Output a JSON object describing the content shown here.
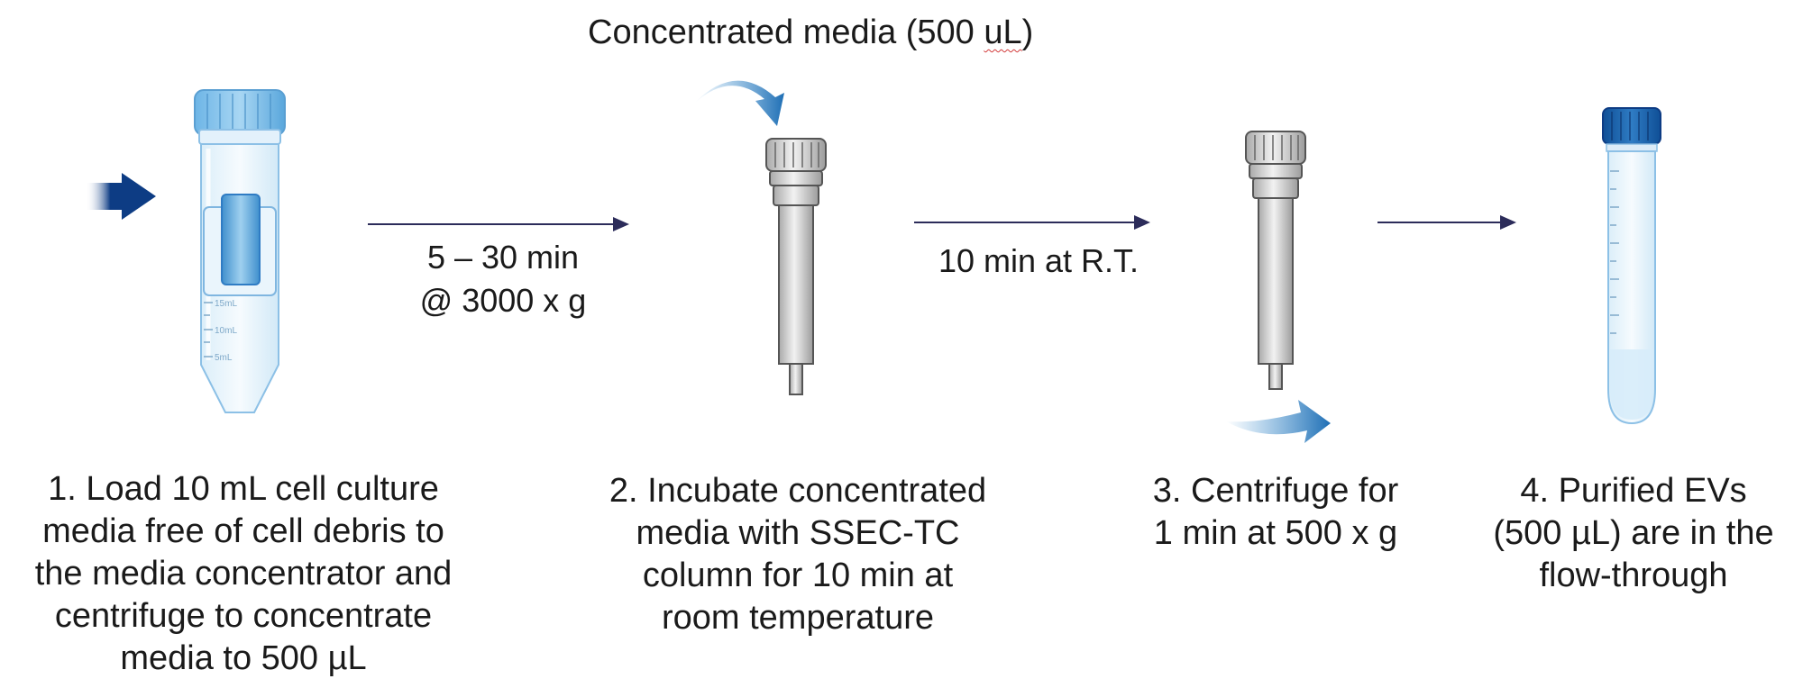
{
  "top_label": {
    "before": "Concentrated media (500 ",
    "squiggle": "uL",
    "after": ")"
  },
  "arrow_labels": {
    "step1_to_2": [
      "5 – 30 min",
      "@ 3000 x g"
    ],
    "step2_to_3": [
      "10 min at R.T."
    ]
  },
  "tube_marks": [
    "15mL",
    "10mL",
    "5mL"
  ],
  "steps": [
    {
      "lines": [
        "1. Load 10 mL cell culture",
        "media free of cell debris to",
        "the media concentrator and",
        "centrifuge to concentrate",
        "media to 500 µL"
      ]
    },
    {
      "lines": [
        "2. Incubate concentrated",
        "media with SSEC-TC",
        "column for 10 min at",
        "room temperature"
      ]
    },
    {
      "lines": [
        "3. Centrifuge for",
        "1 min at 500 x g"
      ]
    },
    {
      "lines": [
        "4. Purified EVs",
        "(500 µL) are in the",
        "flow-through"
      ]
    }
  ],
  "icons": {
    "input_arrow": "blue-block-arrow-icon",
    "concentrator": "media-concentrator-tube-icon",
    "column": "ssec-tc-column-icon",
    "centrifuge_column": "spin-column-icon",
    "collection_tube": "collection-tube-icon",
    "curved_arrow_in": "curved-arrow-icon",
    "curved_arrow_out": "curved-arrow-icon"
  },
  "colors": {
    "accent": "#1f6fb5",
    "dark_accent": "#0d3c84",
    "arrow_line": "#2c2c5a"
  }
}
